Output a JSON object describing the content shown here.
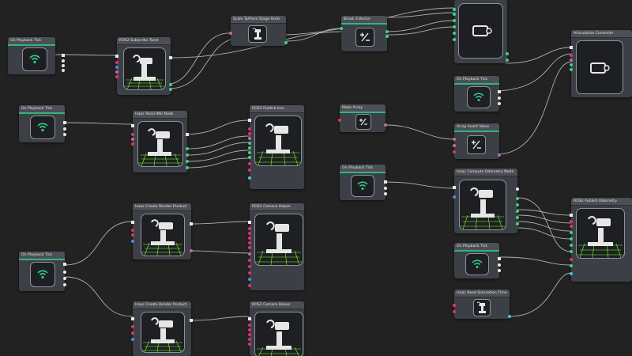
{
  "graph": {
    "nodes": {
      "tick1": {
        "title": "On Playback Tick"
      },
      "tick2": {
        "title": "On Playback Tick"
      },
      "tick3": {
        "title": "On Playback Tick"
      },
      "tick4": {
        "title": "On Playback Tick"
      },
      "tick5": {
        "title": "On Playback Tick"
      },
      "tick6": {
        "title": "On Playback Tick"
      },
      "sub_twist": {
        "title": "ROS2 Subscribe Twist"
      },
      "scale_units": {
        "title": "Scale To/From Stage Units"
      },
      "break_vec": {
        "title": "Break 3-Vector"
      },
      "artic_ctrl": {
        "title": "Articulation Controller"
      },
      "read_imu": {
        "title": "Isaac Read IMU Node"
      },
      "pub_imu": {
        "title": "ROS2 Publish Imu"
      },
      "make_array": {
        "title": "Make Array"
      },
      "array_insert": {
        "title": "Array Insert Value"
      },
      "compute_odom": {
        "title": "Isaac Compute Odometry Node"
      },
      "pub_odom": {
        "title": "ROS2 Publish Odometry"
      },
      "render_prod1": {
        "title": "Isaac Create Render Product"
      },
      "cam_helper1": {
        "title": "ROS2 Camera Helper"
      },
      "render_prod2": {
        "title": "Isaac Create Render Product"
      },
      "cam_helper2": {
        "title": "ROS2 Camera Helper"
      },
      "read_sim_time": {
        "title": "Isaac Read Simulation Time"
      }
    },
    "icons": {
      "tick": "wifi-broadcast-icon",
      "robot": "robot-arm-grid-icon",
      "math": "math-operator-icon",
      "controller": "controller-chip-icon",
      "scale": "robot-arm-small-icon"
    },
    "colors": {
      "background": "#222222",
      "node_body": "#3c3f45",
      "accent_green": "#2fb67c",
      "grid_green": "#7cff2a",
      "wire": "#c8c8c8"
    }
  }
}
